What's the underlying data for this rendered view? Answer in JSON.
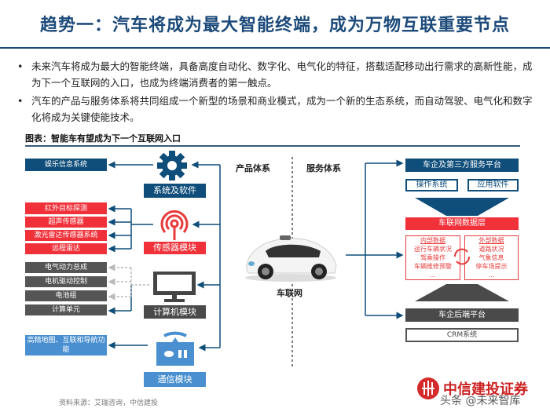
{
  "title": "趋势一：汽车将成为最大智能终端，成为万物互联重要节点",
  "bullets": [
    "未来汽车将成为最大的智能终端，具备高度自动化、数字化、电气化的特征，搭载适配移动出行需求的高新性能，成为下一个互联网的入口，也成为终端消费者的第一触点。",
    "汽车的产品与服务体系将共同组成一个新型的场景和商业模式，成为一个新的生态系统，而自动驾驶、电气化和数字化将成为关键使能技术。"
  ],
  "figure_caption": "图表：智能车有望成为下一个互联网入口",
  "left": {
    "entertainment": "娱乐信息系统",
    "system_software": "系统及软件",
    "sensors": [
      "红外目标探测",
      "超声传感器",
      "激光雷达传感器系统",
      "远程雷达"
    ],
    "sensor_module": "传感器模块",
    "computing": [
      "电气动力总成",
      "电机驱动控制",
      "电池组",
      "计算单元"
    ],
    "computer_module": "计算机模块",
    "maps": "高精地图、互联和导航功能",
    "comm_module": "通信模块"
  },
  "center": {
    "product_system": "产品体系",
    "service_system": "服务体系",
    "iov": "车联网"
  },
  "right": {
    "platform": "车企及第三方服务平台",
    "os": "操作系统",
    "apps": "应用软件",
    "data_layer": "车联网数据层",
    "internal": {
      "title": "内部数据",
      "items": [
        "运行车辆状况",
        "驾乘操作",
        "车辆维修预警",
        "..."
      ]
    },
    "external": {
      "title": "外部数据",
      "items": [
        "道路状况",
        "气象信息",
        "停车场提示",
        "..."
      ]
    },
    "backend": "车企后端平台",
    "crm": "CRM系统"
  },
  "source": "资料来源：艾瑞咨询，中信建投",
  "logo_text": "中信建投证券",
  "watermark": "头条 @未来智库"
}
